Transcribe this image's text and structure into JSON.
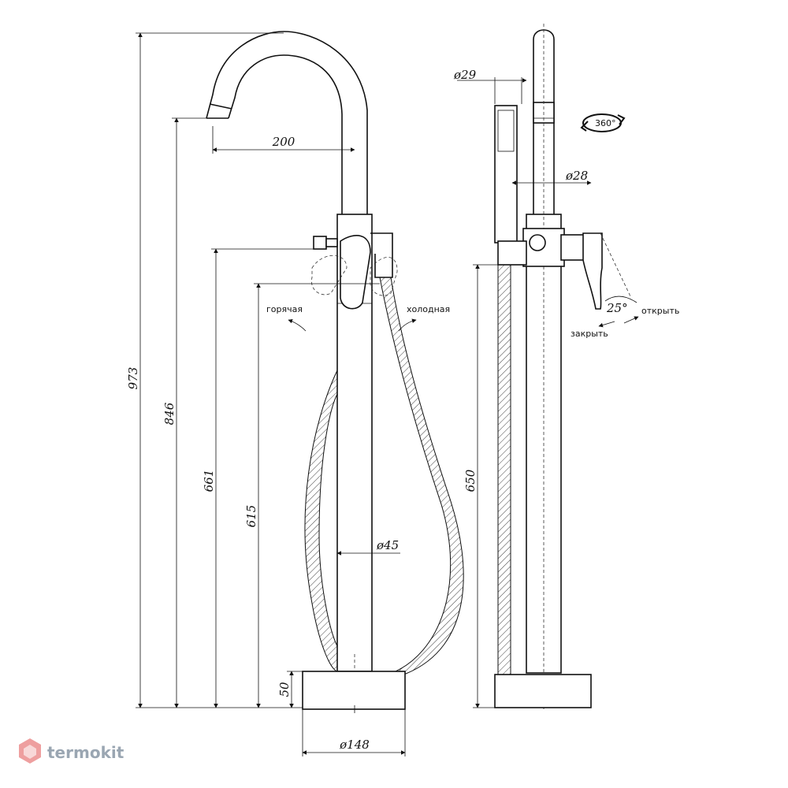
{
  "dimensions": {
    "d973": "973",
    "d846": "846",
    "d661": "661",
    "d615": "615",
    "d50": "50",
    "d200": "200",
    "d45": "ø45",
    "d148": "ø148",
    "d650": "650",
    "d29": "ø29",
    "d28": "ø28",
    "angle25": "25°",
    "rot360": "360°"
  },
  "labels": {
    "hot": "горячая",
    "cold": "холодная",
    "open": "открыть",
    "close": "закрыть"
  },
  "watermark": "termokit",
  "colors": {
    "line": "#111111",
    "watermark": "#9aa6b2",
    "watermark_logo": "#e05050"
  }
}
